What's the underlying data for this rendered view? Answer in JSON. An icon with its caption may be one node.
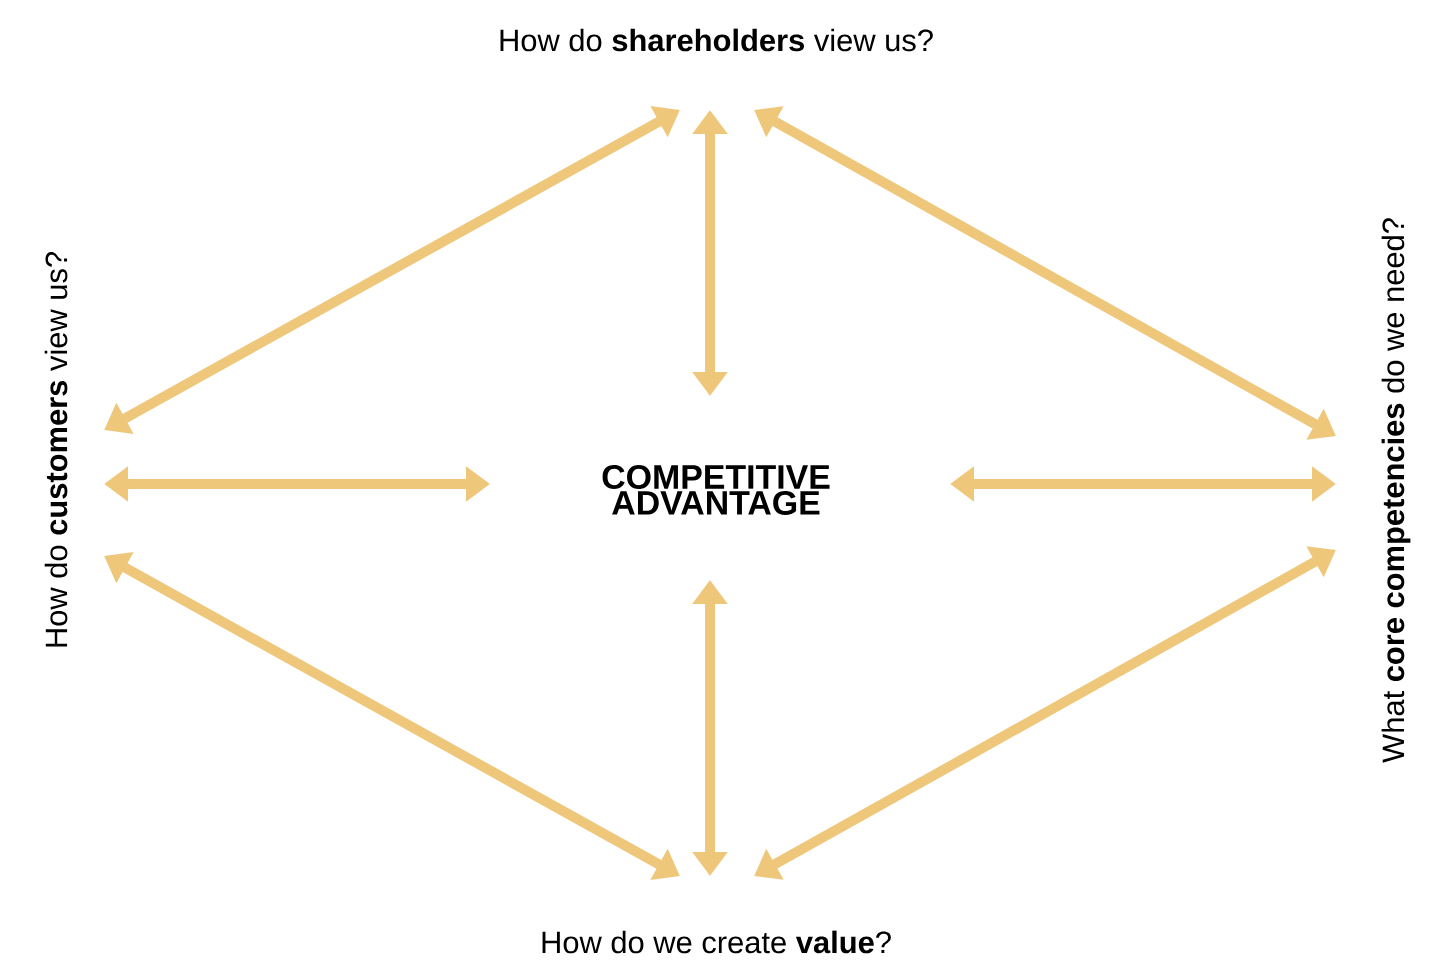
{
  "diagram": {
    "nodes": [
      {
        "text": [
          "How do **shareholders** view us?"
        ]
      },
      {
        "text": [
          "How do **customers** view us?"
        ]
      },
      {
        "text": [
          "COMPETITIVE ADVANTAGE"
        ]
      },
      {
        "text": [
          "What **core competencies** do we need?"
        ]
      },
      {
        "text": [
          "How do we create **value**?"
        ]
      }
    ],
    "edges": [
      {
        "from": 0,
        "to": 1,
        "arrow": "both"
      },
      {
        "from": 0,
        "to": 2,
        "arrow": "both"
      },
      {
        "from": 0,
        "to": 3,
        "arrow": "both"
      },
      {
        "from": 1,
        "to": 2,
        "arrow": "both"
      },
      {
        "from": 2,
        "to": 3,
        "arrow": "both"
      },
      {
        "from": 1,
        "to": 4,
        "arrow": "both"
      },
      {
        "from": 2,
        "to": 4,
        "arrow": "both"
      },
      {
        "from": 3,
        "to": 4,
        "arrow": "both"
      }
    ]
  }
}
